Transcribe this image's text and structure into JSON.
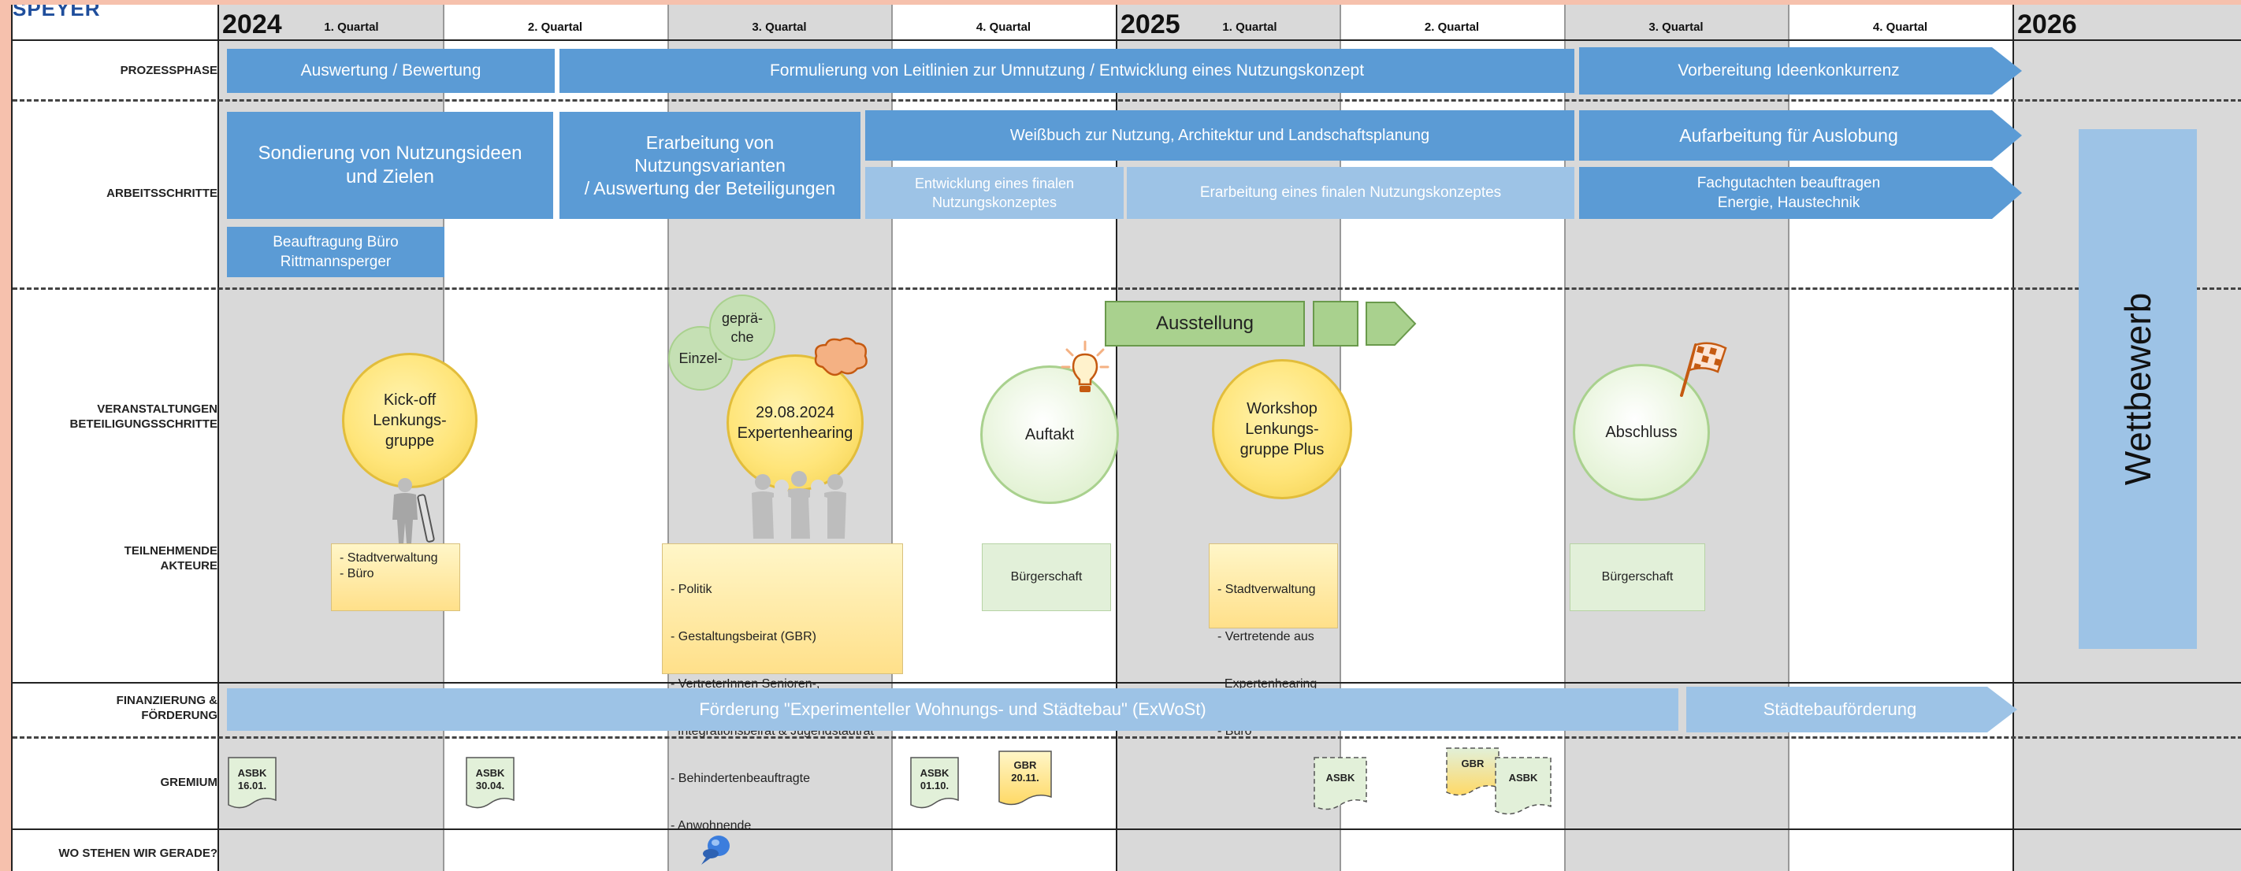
{
  "corner_title": "SPEYER",
  "years": [
    "2024",
    "2025",
    "2026"
  ],
  "quarters": [
    "1. Quartal",
    "2. Quartal",
    "3. Quartal",
    "4. Quartal",
    "1. Quartal",
    "2. Quartal",
    "3. Quartal",
    "4. Quartal"
  ],
  "row_labels": {
    "prozessphase": "PROZESSPHASE",
    "arbeitsschritte": "ARBEITSSCHRITTE",
    "veranstaltungen_1": "VERANSTALTUNGEN",
    "veranstaltungen_2": "BETEILIGUNGSSCHRITTE",
    "teilnehmende_1": "TEILNEHMENDE",
    "teilnehmende_2": "AKTEURE",
    "finanzierung_1": "FINANZIERUNG &",
    "finanzierung_2": "FÖRDERUNG",
    "gremium": "GREMIUM",
    "wo_stehen": "WO STEHEN WIR GERADE?"
  },
  "prozessphase": {
    "auswertung": "Auswertung / Bewertung",
    "formulierung": "Formulierung von Leitlinien zur Umnutzung / Entwicklung eines Nutzungskonzept",
    "vorbereitung": "Vorbereitung Ideenkonkurrenz"
  },
  "arbeitsschritte": {
    "sondierung_1": "Sondierung von Nutzungsideen",
    "sondierung_2": "und Zielen",
    "erarbeitung_1": "Erarbeitung von",
    "erarbeitung_2": "Nutzungsvarianten",
    "erarbeitung_3": "/ Auswertung der Beteiligungen",
    "weissbuch": "Weißbuch zur Nutzung, Architektur und Landschaftsplanung",
    "aufarbeitung": "Aufarbeitung für Auslobung",
    "entwicklung_1": "Entwicklung eines finalen",
    "entwicklung_2": "Nutzungskonzeptes",
    "erarbeitung_final": "Erarbeitung eines finalen Nutzungskonzeptes",
    "fachgutachten_1": "Fachgutachten beauftragen",
    "fachgutachten_2": "Energie, Haustechnik",
    "beauftragung_1": "Beauftragung Büro",
    "beauftragung_2": "Rittmannsperger"
  },
  "veranstaltungen": {
    "ausstellung": "Ausstellung",
    "kickoff_1": "Kick-off",
    "kickoff_2": "Lenkungs-",
    "kickoff_3": "gruppe",
    "einzel": "Einzel-",
    "gespraeche_1": "geprä-",
    "gespraeche_2": "che",
    "hearing_date": "29.08.2024",
    "hearing_name": "Expertenhearing",
    "auftakt": "Auftakt",
    "workshop_1": "Workshop",
    "workshop_2": "Lenkungs-",
    "workshop_3": "gruppe Plus",
    "abschluss": "Abschluss"
  },
  "teilnehmende": {
    "kickoff": [
      "- Stadtverwaltung",
      "- Büro"
    ],
    "hearing": [
      "- Politik",
      "- Gestaltungsbeirat (GBR)",
      "- VertreterInnen Senioren-,",
      "  Integrationsbeirat & Jugendstadtrat",
      "- Behindertenbeauftragte",
      "- Anwohnende"
    ],
    "auftakt": "Bürgerschaft",
    "workshop": [
      "- Stadtverwaltung",
      "- Vertretende aus",
      "  Expertenhearing",
      "- Büro"
    ],
    "abschluss": "Bürgerschaft"
  },
  "finanzierung": {
    "exwost": "Förderung \"Experimenteller Wohnungs- und Städtebau\" (ExWoSt)",
    "staedtebau": "Städtebauförderung"
  },
  "gremium": {
    "d1_name": "ASBK",
    "d1_date": "16.01.",
    "d2_name": "ASBK",
    "d2_date": "30.04.",
    "d3_name": "ASBK",
    "d3_date": "01.10.",
    "d4_name": "GBR",
    "d4_date": "20.11.",
    "d5_name": "ASBK",
    "d6_name": "GBR",
    "d7_name": "ASBK"
  },
  "wettbewerb": "Wettbewerb",
  "colors": {
    "bar_dark": "#5b9bd5",
    "bar_light": "#9dc3e6",
    "quarter_grey": "#d9d9d9",
    "circle_yellow": "#ffe57a",
    "circle_green": "#e2f0d9",
    "ausstellung_green": "#a9d18e",
    "background_salmon": "#f6c1ad",
    "pin_blue": "#3b7ddd"
  },
  "icons": [
    "person-with-pencil-icon",
    "people-group-icon",
    "speech-cloud-icon",
    "lightbulb-icon",
    "checkered-flag-icon",
    "pushpin-icon"
  ]
}
